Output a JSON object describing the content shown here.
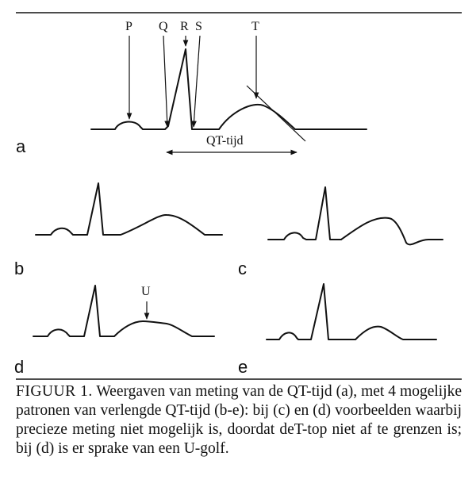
{
  "panels": {
    "a": "a",
    "b": "b",
    "c": "c",
    "d": "d",
    "e": "e"
  },
  "wave_labels": {
    "p": "P",
    "q": "Q",
    "r": "R",
    "s": "S",
    "t": "T",
    "u": "U"
  },
  "interval_label": "QT-tijd",
  "caption": {
    "lead": "FIGUUR 1.",
    "text": "Weergaven van meting van de QT-tijd (a), met 4 mogelijke patronen van verlengde QT-tijd (b-e): bij (c) en (d) voorbeelden waarbij precieze meting niet mogelijk is, doordat deT-top niet af te grenzen is; bij (d) is er sprake van een U-golf."
  }
}
